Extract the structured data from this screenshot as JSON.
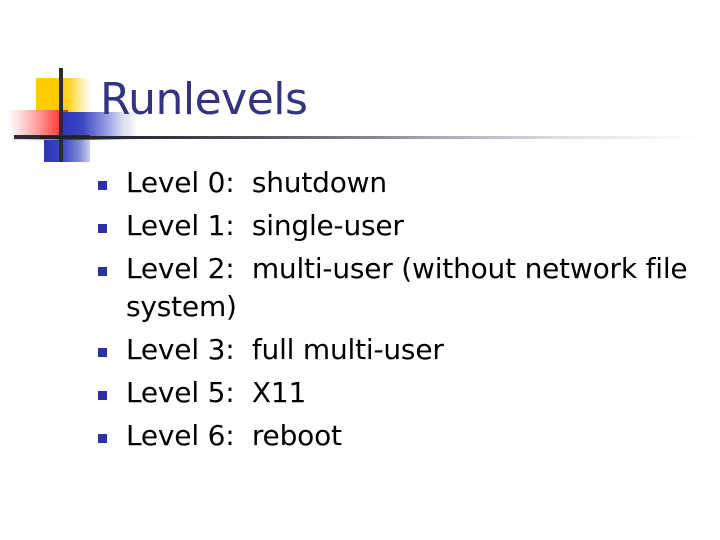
{
  "slide": {
    "title": "Runlevels",
    "title_color": "#333380",
    "background_color": "#ffffff",
    "bullet_color": "#2B2FA8",
    "text_color": "#000000",
    "decoration": {
      "yellow_color": "#FFCC00",
      "red_color": "#FF3A30",
      "blue_color": "#2B35B5",
      "line_color": "#2B2B33"
    },
    "bullets": [
      {
        "label": "Level 0:  shutdown"
      },
      {
        "label": "Level 1:  single-user"
      },
      {
        "label": "Level 2:  multi-user (without network file system)"
      },
      {
        "label": "Level 3:  full multi-user"
      },
      {
        "label": "Level 5:  X11"
      },
      {
        "label": "Level 6:  reboot"
      }
    ]
  }
}
